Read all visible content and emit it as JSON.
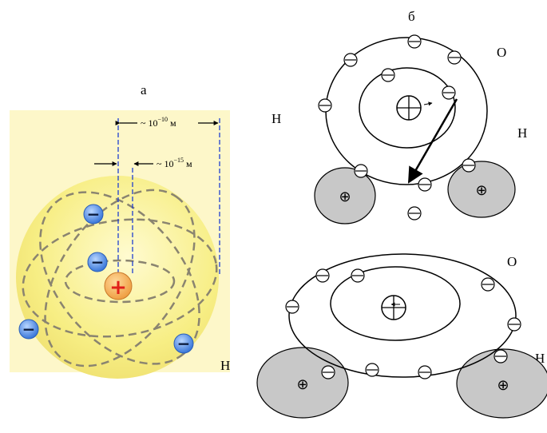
{
  "panel_a": {
    "label": "а",
    "dim_outer": {
      "prefix": "~ 10",
      "exp": "−10",
      "unit": " м"
    },
    "dim_inner": {
      "prefix": "~ 10",
      "exp": "−15",
      "unit": " м"
    },
    "nucleus_symbol": "+",
    "electron_symbol": "−",
    "colors": {
      "cloud": "#f6ec7a",
      "background": "#fdf7c9",
      "nucleus": "#f2a54c",
      "electron": "#3f7fe0",
      "plus": "#e0201b"
    }
  },
  "panel_b": {
    "label": "б",
    "molecule_1": {
      "atoms": [
        "O",
        "H",
        "H"
      ]
    },
    "molecule_2": {
      "atoms": [
        "O",
        "H"
      ]
    },
    "nucleus_symbol": "⊕",
    "electron_symbol": "⊖",
    "colors": {
      "proton_fill": "#c8c8c8"
    }
  },
  "bottom_label_h": "Н"
}
